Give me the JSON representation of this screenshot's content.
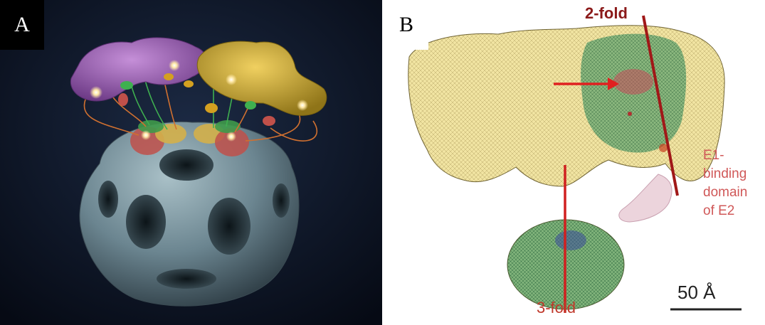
{
  "panels": [
    {
      "label": "A"
    },
    {
      "label": "B"
    }
  ],
  "annotations": {
    "two_fold": "2-fold",
    "three_fold": "3-fold",
    "e1_binding": [
      "E1-",
      "binding",
      "domain",
      "of E2"
    ]
  },
  "scale_bar": {
    "label": "50 Å"
  },
  "colors": {
    "panel_a_background": "#0b1120",
    "core_sphere": "#6b8590",
    "domain_purple": "#8e52a8",
    "domain_gold": "#c9a633",
    "mesh_yellow": "#f1e4a2",
    "mesh_green": "#5aa06b",
    "axis_red": "#c01818"
  }
}
